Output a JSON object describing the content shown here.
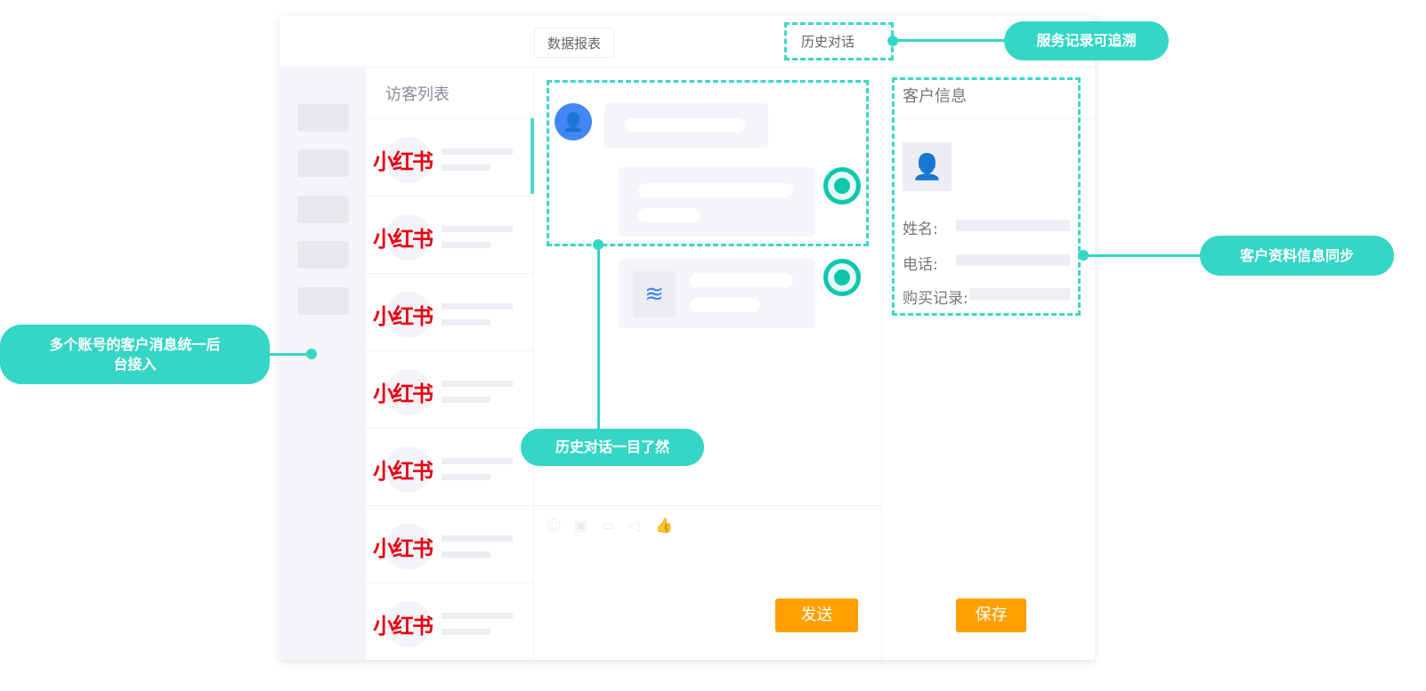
{
  "header": {
    "tabs": [
      {
        "label": "数据报表"
      },
      {
        "label": "历史对话"
      }
    ]
  },
  "visitor_list": {
    "title": "访客列表",
    "items": [
      {
        "logo": "小红书"
      },
      {
        "logo": "小红书"
      },
      {
        "logo": "小红书"
      },
      {
        "logo": "小红书"
      },
      {
        "logo": "小红书"
      },
      {
        "logo": "小红书"
      },
      {
        "logo": "小红书"
      }
    ]
  },
  "chat": {
    "toolbar_icons": [
      "emoji-icon",
      "image-icon",
      "folder-icon",
      "voice-icon",
      "thumbs-up-icon"
    ],
    "send_label": "发送"
  },
  "customer_info": {
    "title": "客户信息",
    "fields": [
      {
        "label": "姓名:"
      },
      {
        "label": "电话:"
      },
      {
        "label": "购买记录:"
      }
    ],
    "save_label": "保存"
  },
  "callouts": {
    "history": "服务记录可追溯",
    "sync": "客户资料信息同步",
    "multi_account": "多个账号的客户消息统一后台接入",
    "dialogue": "历史对话一目了然"
  },
  "colors": {
    "accent": "#35d6c5",
    "button": "#ff9f00",
    "brand": "#e60012"
  }
}
